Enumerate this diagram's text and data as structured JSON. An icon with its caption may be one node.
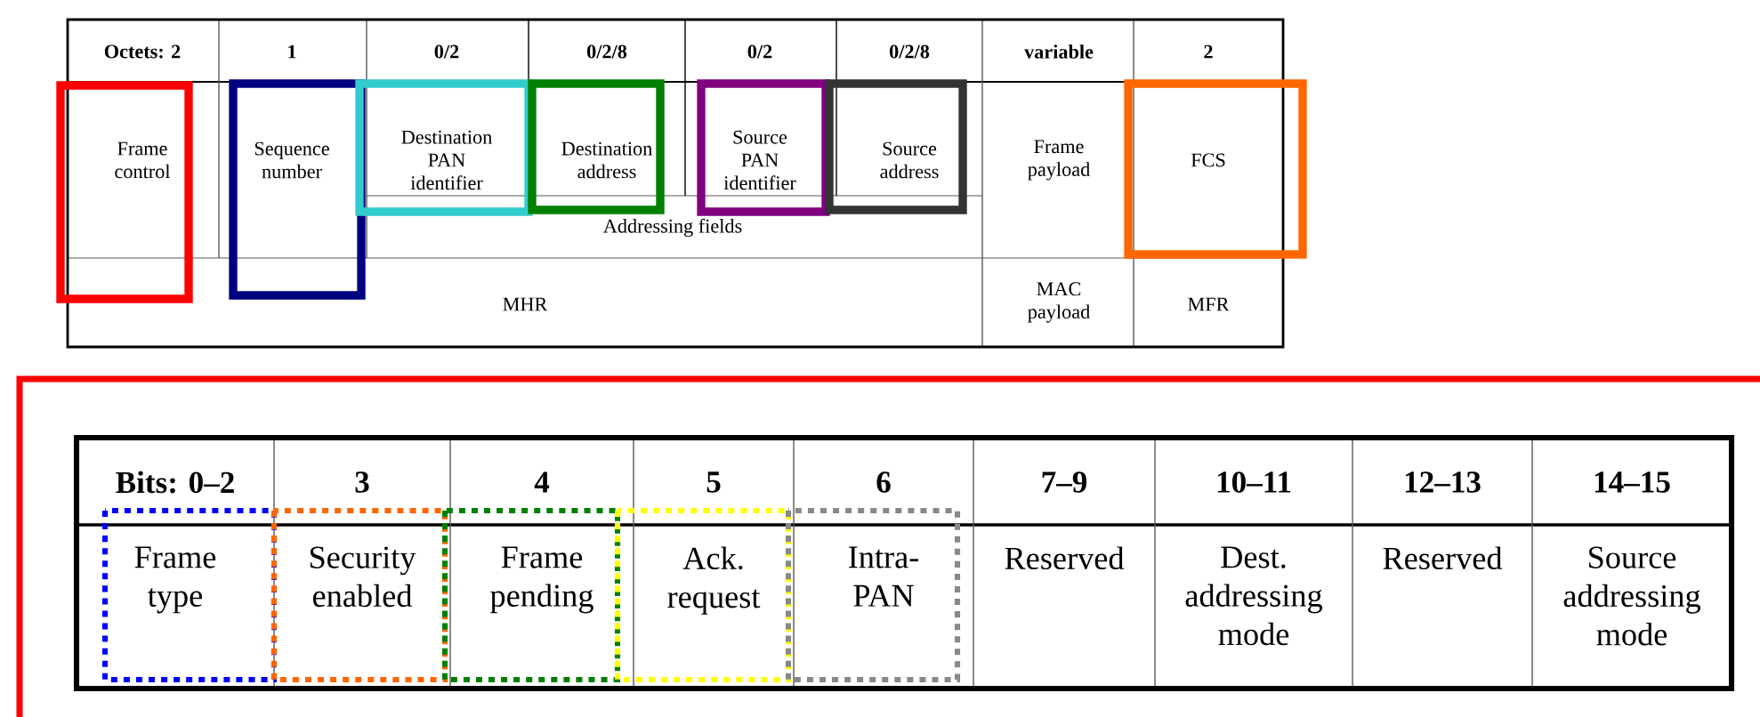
{
  "diagram": {
    "labels": [
      "Octets: 2",
      "1",
      "0/2",
      "0/2/8",
      "0/2",
      "0/2/8",
      "variable",
      "2",
      "Frame control",
      "Sequence number",
      "Destination PAN identifier",
      "Destination address",
      "Source PAN identifier",
      "Source address",
      "Frame payload",
      "FCS",
      "Addressing fields",
      "MHR",
      "MAC payload",
      "MFR",
      "Bits: 0–2",
      "3",
      "4",
      "5",
      "6",
      "7–9",
      "10–11",
      "12–13",
      "14–15",
      "Frame type",
      "Security enabled",
      "Frame pending",
      "Ack. request",
      "Intra-PAN",
      "Reserved",
      "Dest. addressing mode",
      "Reserved",
      "Source addressing mode"
    ]
  }
}
